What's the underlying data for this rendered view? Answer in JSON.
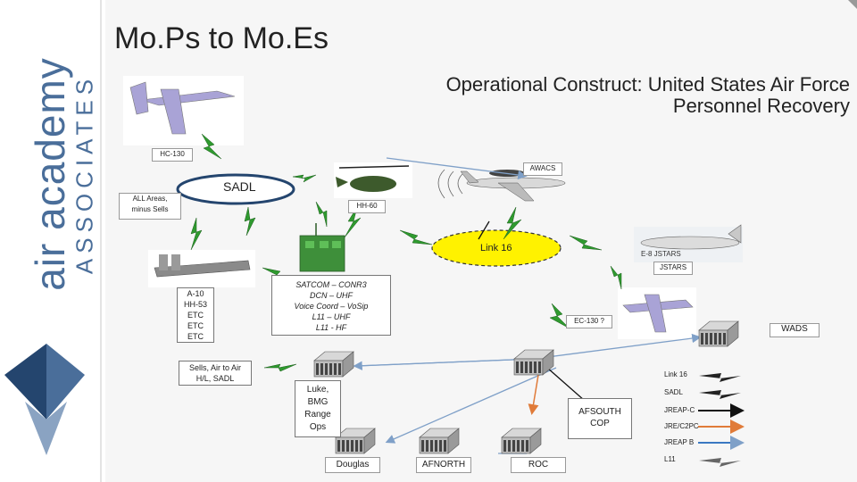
{
  "sidebar": {
    "logo_top": "air academy",
    "logo_bottom": "ASSOCIATES"
  },
  "slide": {
    "title": "Mo.Ps to Mo.Es",
    "subtitle_line1": "Operational Construct: United States Air Force",
    "subtitle_line2": "Personnel Recovery"
  },
  "labels": {
    "hc130": "HC-130",
    "awacs": "AWACS",
    "sadl": "SADL",
    "all_areas_line1": "ALL Areas,",
    "all_areas_line2": "minus Sells",
    "hh60": "HH-60",
    "link16": "Link 16",
    "jstars": "JSTARS",
    "a10_lines": [
      "A-10",
      "HH-53",
      "ETC",
      "ETC",
      "ETC"
    ],
    "satcom_lines": [
      "SATCOM – CONR3",
      "DCN – UHF",
      "Voice Coord – VoSip",
      "L11 – UHF",
      "L11 - HF"
    ],
    "ec130": "EC-130 ?",
    "wads": "WADS",
    "sells_line1": "Sells, Air to Air",
    "sells_line2": "H/L, SADL",
    "luke_lines": [
      "Luke,",
      "BMG",
      "Range",
      "Ops"
    ],
    "afsouth_line1": "AFSOUTH",
    "afsouth_line2": "COP",
    "douglas": "Douglas",
    "afnorth": "AFNORTH",
    "roc": "ROC",
    "jstars_plane_tail": "E-8  JSTARS"
  },
  "legend": [
    {
      "label": "Link 16",
      "color": "#222222",
      "style": "lightning"
    },
    {
      "label": "SADL",
      "color": "#222222",
      "style": "lightning"
    },
    {
      "label": "JREAP-C",
      "color": "#111111",
      "style": "arrow"
    },
    {
      "label": "JRE/C2PC",
      "color": "#e07b39",
      "style": "arrow"
    },
    {
      "label": "JREAP B",
      "color": "#3a78c2",
      "style": "arrow"
    },
    {
      "label": "L11",
      "color": "#666666",
      "style": "lightning-arrow"
    }
  ],
  "colors": {
    "brand_blue": "#4a6e9a",
    "dark_blue": "#24456e",
    "aircraft": "#a9a3d6",
    "lightning": "#2f9a2f",
    "link16_ring": "#fff200",
    "link_blue": "#7fa0c8",
    "orange": "#e07b39"
  },
  "icons": [
    "hc130-aircraft",
    "helicopter",
    "awacs-aircraft",
    "jstars-aircraft",
    "a10-aircraft",
    "radio-station",
    "ec130-aircraft",
    "building-icon"
  ]
}
